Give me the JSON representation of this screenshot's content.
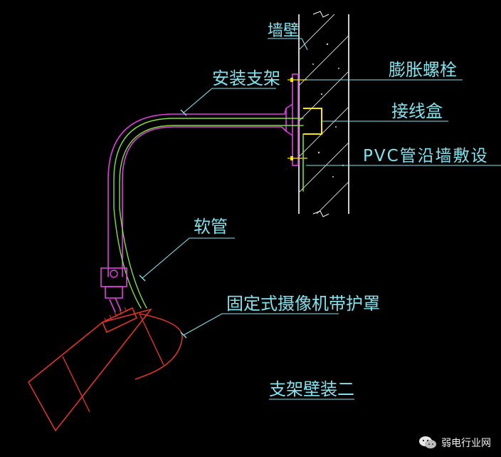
{
  "labels": {
    "wall": "墙壁",
    "bracket": "安装支架",
    "bolt": "膨胀螺栓",
    "junction_box": "接线盒",
    "pvc": "PVC管沿墙敷设",
    "hose": "软管",
    "camera": "固定式摄像机带护罩",
    "title": "支架壁装二"
  },
  "watermark": {
    "text": "弱电行业网",
    "icon": "wechat-icon"
  },
  "colors": {
    "background": "#000000",
    "label_text": "#7fe3ee",
    "leader": "#7fe3ee",
    "wall": "#ffffff",
    "hatch": "#cfcfcf",
    "bracket": "#e040e0",
    "conduit": "#7ee040",
    "junction_box": "#ffe600",
    "camera": "#e0342a",
    "mount": "#e040e0"
  }
}
